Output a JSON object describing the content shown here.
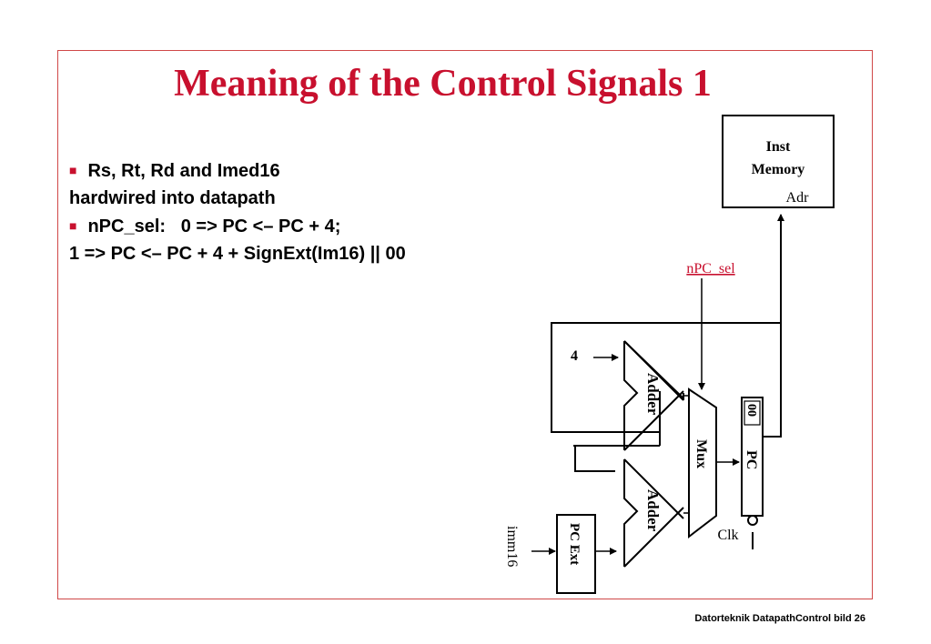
{
  "slide": {
    "title": "Meaning of the Control Signals 1",
    "footer": "Datorteknik DatapathControl bild 26"
  },
  "bullets": [
    {
      "marker": true,
      "text": "Rs, Rt, Rd and Imed16"
    },
    {
      "marker": false,
      "text": "hardwired into datapath"
    },
    {
      "marker": true,
      "text": "nPC_sel:   0 => PC <– PC + 4;"
    },
    {
      "marker": false,
      "text": "1 => PC <– PC + 4 + SignExt(Im16) || 00"
    }
  ],
  "diagram": {
    "inst_memory": {
      "line1": "Inst",
      "line2": "Memory",
      "port": "Adr"
    },
    "npc_sel": "nPC_sel",
    "const_four": "4",
    "adder_top": "Adder",
    "adder_bottom": "Adder",
    "mux": "Mux",
    "pc": "PC",
    "pc_bits": "00",
    "clk": "Clk",
    "pc_ext": "PC Ext",
    "imm16": "imm16",
    "accent_color": "#c8102e"
  }
}
